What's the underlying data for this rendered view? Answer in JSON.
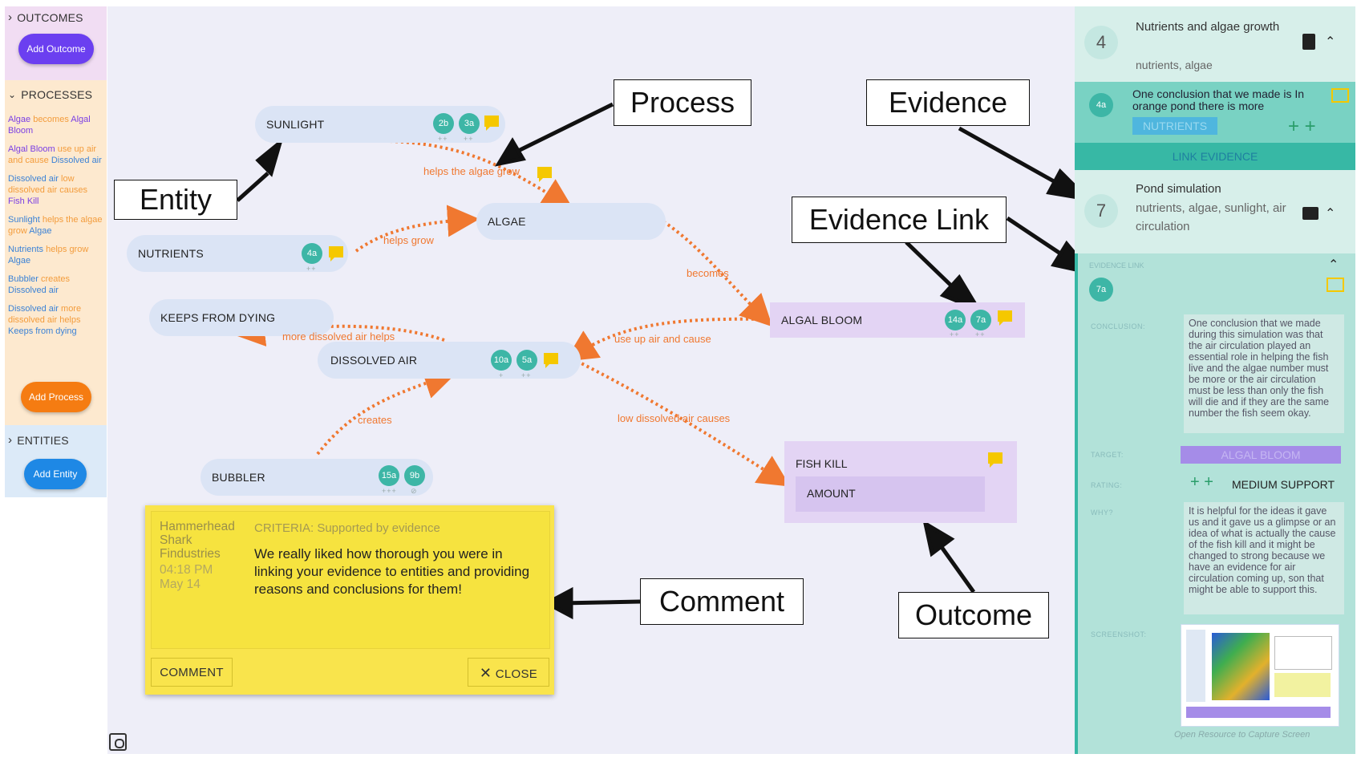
{
  "sidebar": {
    "outcomes": {
      "title": "OUTCOMES",
      "button": "Add Outcome"
    },
    "processes": {
      "title": "PROCESSES",
      "button": "Add Process",
      "items": [
        [
          {
            "t": "Algae",
            "k": "ent"
          },
          {
            "t": " becomes ",
            "k": "prc"
          },
          {
            "t": "Algal Bloom",
            "k": "ent"
          }
        ],
        [
          {
            "t": "Algal Bloom",
            "k": "ent"
          },
          {
            "t": " use up air and cause ",
            "k": "prc"
          },
          {
            "t": "Dissolved air",
            "k": "evd"
          }
        ],
        [
          {
            "t": "Dissolved air",
            "k": "evd"
          },
          {
            "t": " low dissolved air causes ",
            "k": "prc"
          },
          {
            "t": "Fish Kill",
            "k": "ent"
          }
        ],
        [
          {
            "t": "Sunlight",
            "k": "evd"
          },
          {
            "t": " helps the algae grow ",
            "k": "prc"
          },
          {
            "t": "Algae",
            "k": "evd"
          }
        ],
        [
          {
            "t": "Nutrients",
            "k": "evd"
          },
          {
            "t": " helps grow ",
            "k": "prc"
          },
          {
            "t": "Algae",
            "k": "evd"
          }
        ],
        [
          {
            "t": "Bubbler",
            "k": "evd"
          },
          {
            "t": " creates ",
            "k": "prc"
          },
          {
            "t": "Dissolved air",
            "k": "evd"
          }
        ],
        [
          {
            "t": "Dissolved air",
            "k": "evd"
          },
          {
            "t": " more dissolved air helps ",
            "k": "prc"
          },
          {
            "t": "Keeps from dying",
            "k": "evd"
          }
        ]
      ]
    },
    "entities": {
      "title": "ENTITIES",
      "button": "Add Entity"
    }
  },
  "nodes": {
    "sunlight": {
      "label": "SUNLIGHT",
      "badges": [
        {
          "id": "2b",
          "sub": "++"
        },
        {
          "id": "3a",
          "sub": "++"
        }
      ]
    },
    "algae": {
      "label": "ALGAE"
    },
    "nutrients": {
      "label": "NUTRIENTS",
      "badges": [
        {
          "id": "4a",
          "sub": "++"
        }
      ]
    },
    "keeps": {
      "label": "KEEPS FROM DYING"
    },
    "dissolved": {
      "label": "DISSOLVED AIR",
      "badges": [
        {
          "id": "10a",
          "sub": "+"
        },
        {
          "id": "5a",
          "sub": "++"
        }
      ]
    },
    "bloom": {
      "label": "ALGAL BLOOM",
      "badges": [
        {
          "id": "14a",
          "sub": "++"
        },
        {
          "id": "7a",
          "sub": "++"
        }
      ]
    },
    "bubbler": {
      "label": "BUBBLER",
      "badges": [
        {
          "id": "15a",
          "sub": "+++"
        },
        {
          "id": "9b",
          "sub": "⊘"
        }
      ]
    },
    "fishkill": {
      "label": "FISH KILL",
      "sub": "AMOUNT"
    }
  },
  "edges": {
    "sun_algae": "helps the algae grow",
    "nut_algae": "helps grow",
    "algae_bloom": "becomes",
    "bloom_air": "use up air and cause",
    "air_keeps": "more dissolved air helps",
    "bubbler_air": "creates",
    "air_fish": "low dissolved air causes"
  },
  "callouts": {
    "process": "Process",
    "entity": "Entity",
    "evidence": "Evidence",
    "evidence_link": "Evidence Link",
    "comment": "Comment",
    "outcome": "Outcome"
  },
  "comment": {
    "author": "Hammerhead Shark Findustries",
    "time": "04:18 PM",
    "date": "May 14",
    "criteria": "CRITERIA: Supported by evidence",
    "body": "We really liked how thorough you were in linking your evidence to entities and providing reasons and conclusions for them!",
    "comment_btn": "COMMENT",
    "close_btn": "CLOSE"
  },
  "evidence": [
    {
      "num": "4",
      "title": "Nutrients and algae growth",
      "tags": "nutrients, algae",
      "icon": "document-icon"
    },
    {
      "num": "7",
      "title": "Pond simulation",
      "tags": "nutrients, algae, sunlight, air circulation",
      "icon": "image-icon"
    }
  ],
  "evidence4_link": {
    "badge": "4a",
    "text": "One conclusion that we made is In orange pond there is more",
    "target": "NUTRIENTS",
    "rating": "+ +",
    "link_btn": "LINK EVIDENCE"
  },
  "evidence_link": {
    "header": "EVIDENCE LINK",
    "badge": "7a",
    "conclusion_label": "CONCLUSION:",
    "conclusion": "One conclusion that we made during this simulation was that the air circulation played an essential role in helping the fish live and the algae number must be more or the air circulation must be less than only the fish will die and if they are the same number the fish seem okay.",
    "target_label": "TARGET:",
    "target": "ALGAL BLOOM",
    "rating_label": "RATING:",
    "rating_plus": "+ +",
    "rating": "MEDIUM SUPPORT",
    "why_label": "WHY?",
    "why": "It is helpful for the ideas it gave us and it gave us a glimpse or an idea of what is actually the cause of the fish kill and it might be changed to strong because we have an evidence for air circulation coming up, son that might be able to support this.",
    "screenshot_label": "SCREENSHOT:",
    "screenshot_caption": "Open Resource to Capture Screen"
  },
  "colors": {
    "entity": "#dbe4f5",
    "outcome": "#e3d4f4",
    "edge": "#f07830",
    "badge": "#3db6a6",
    "flag": "#f5c800"
  }
}
